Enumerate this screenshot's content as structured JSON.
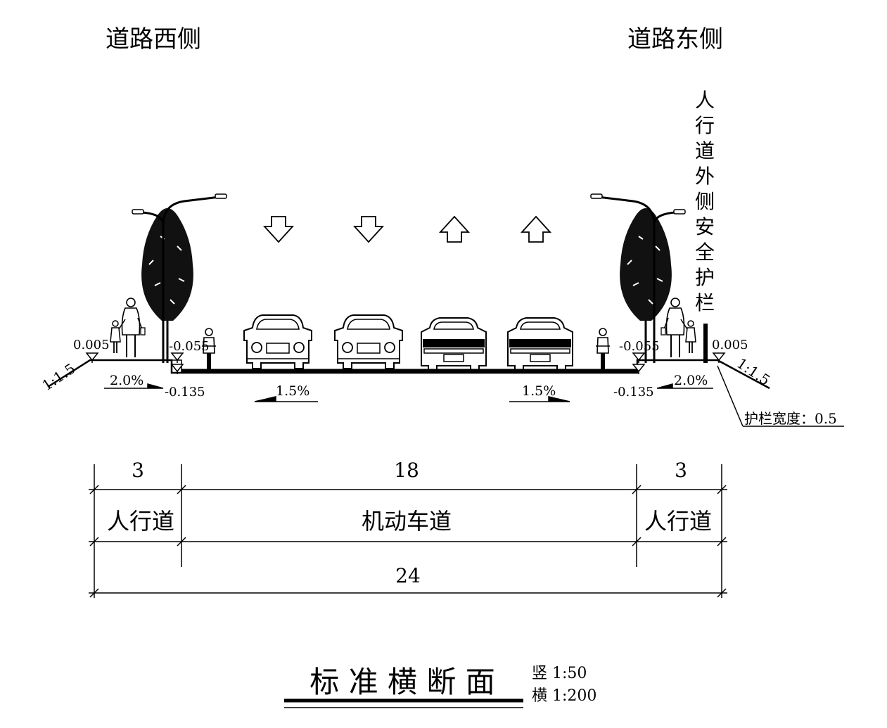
{
  "sides": {
    "west": "道路西侧",
    "east": "道路东侧"
  },
  "guardrail_label": [
    "人",
    "行",
    "道",
    "外",
    "侧",
    "安",
    "全",
    "护",
    "栏"
  ],
  "guardrail_width": "护栏宽度：0.5",
  "elevations": {
    "left_outer": "0.005",
    "left_curb": "-0.055",
    "left_low": "-0.135",
    "right_curb": "-0.055",
    "right_low": "-0.135",
    "right_outer": "0.005"
  },
  "slopes": {
    "left_side": "1:1.5",
    "right_side": "1:1.5",
    "left_walk": "2.0%",
    "right_walk": "2.0%",
    "left_road": "1.5%",
    "right_road": "1.5%"
  },
  "dimensions": {
    "left_walk_width": "3",
    "road_width": "18",
    "right_walk_width": "3",
    "total_width": "24",
    "left_walk_name": "人行道",
    "road_name": "机动车道",
    "right_walk_name": "人行道"
  },
  "title": "标 准 横 断 面",
  "scale": {
    "vertical": "竖 1:50",
    "horizontal": "横 1:200"
  },
  "lane_arrows": [
    "down",
    "down",
    "up",
    "up"
  ]
}
